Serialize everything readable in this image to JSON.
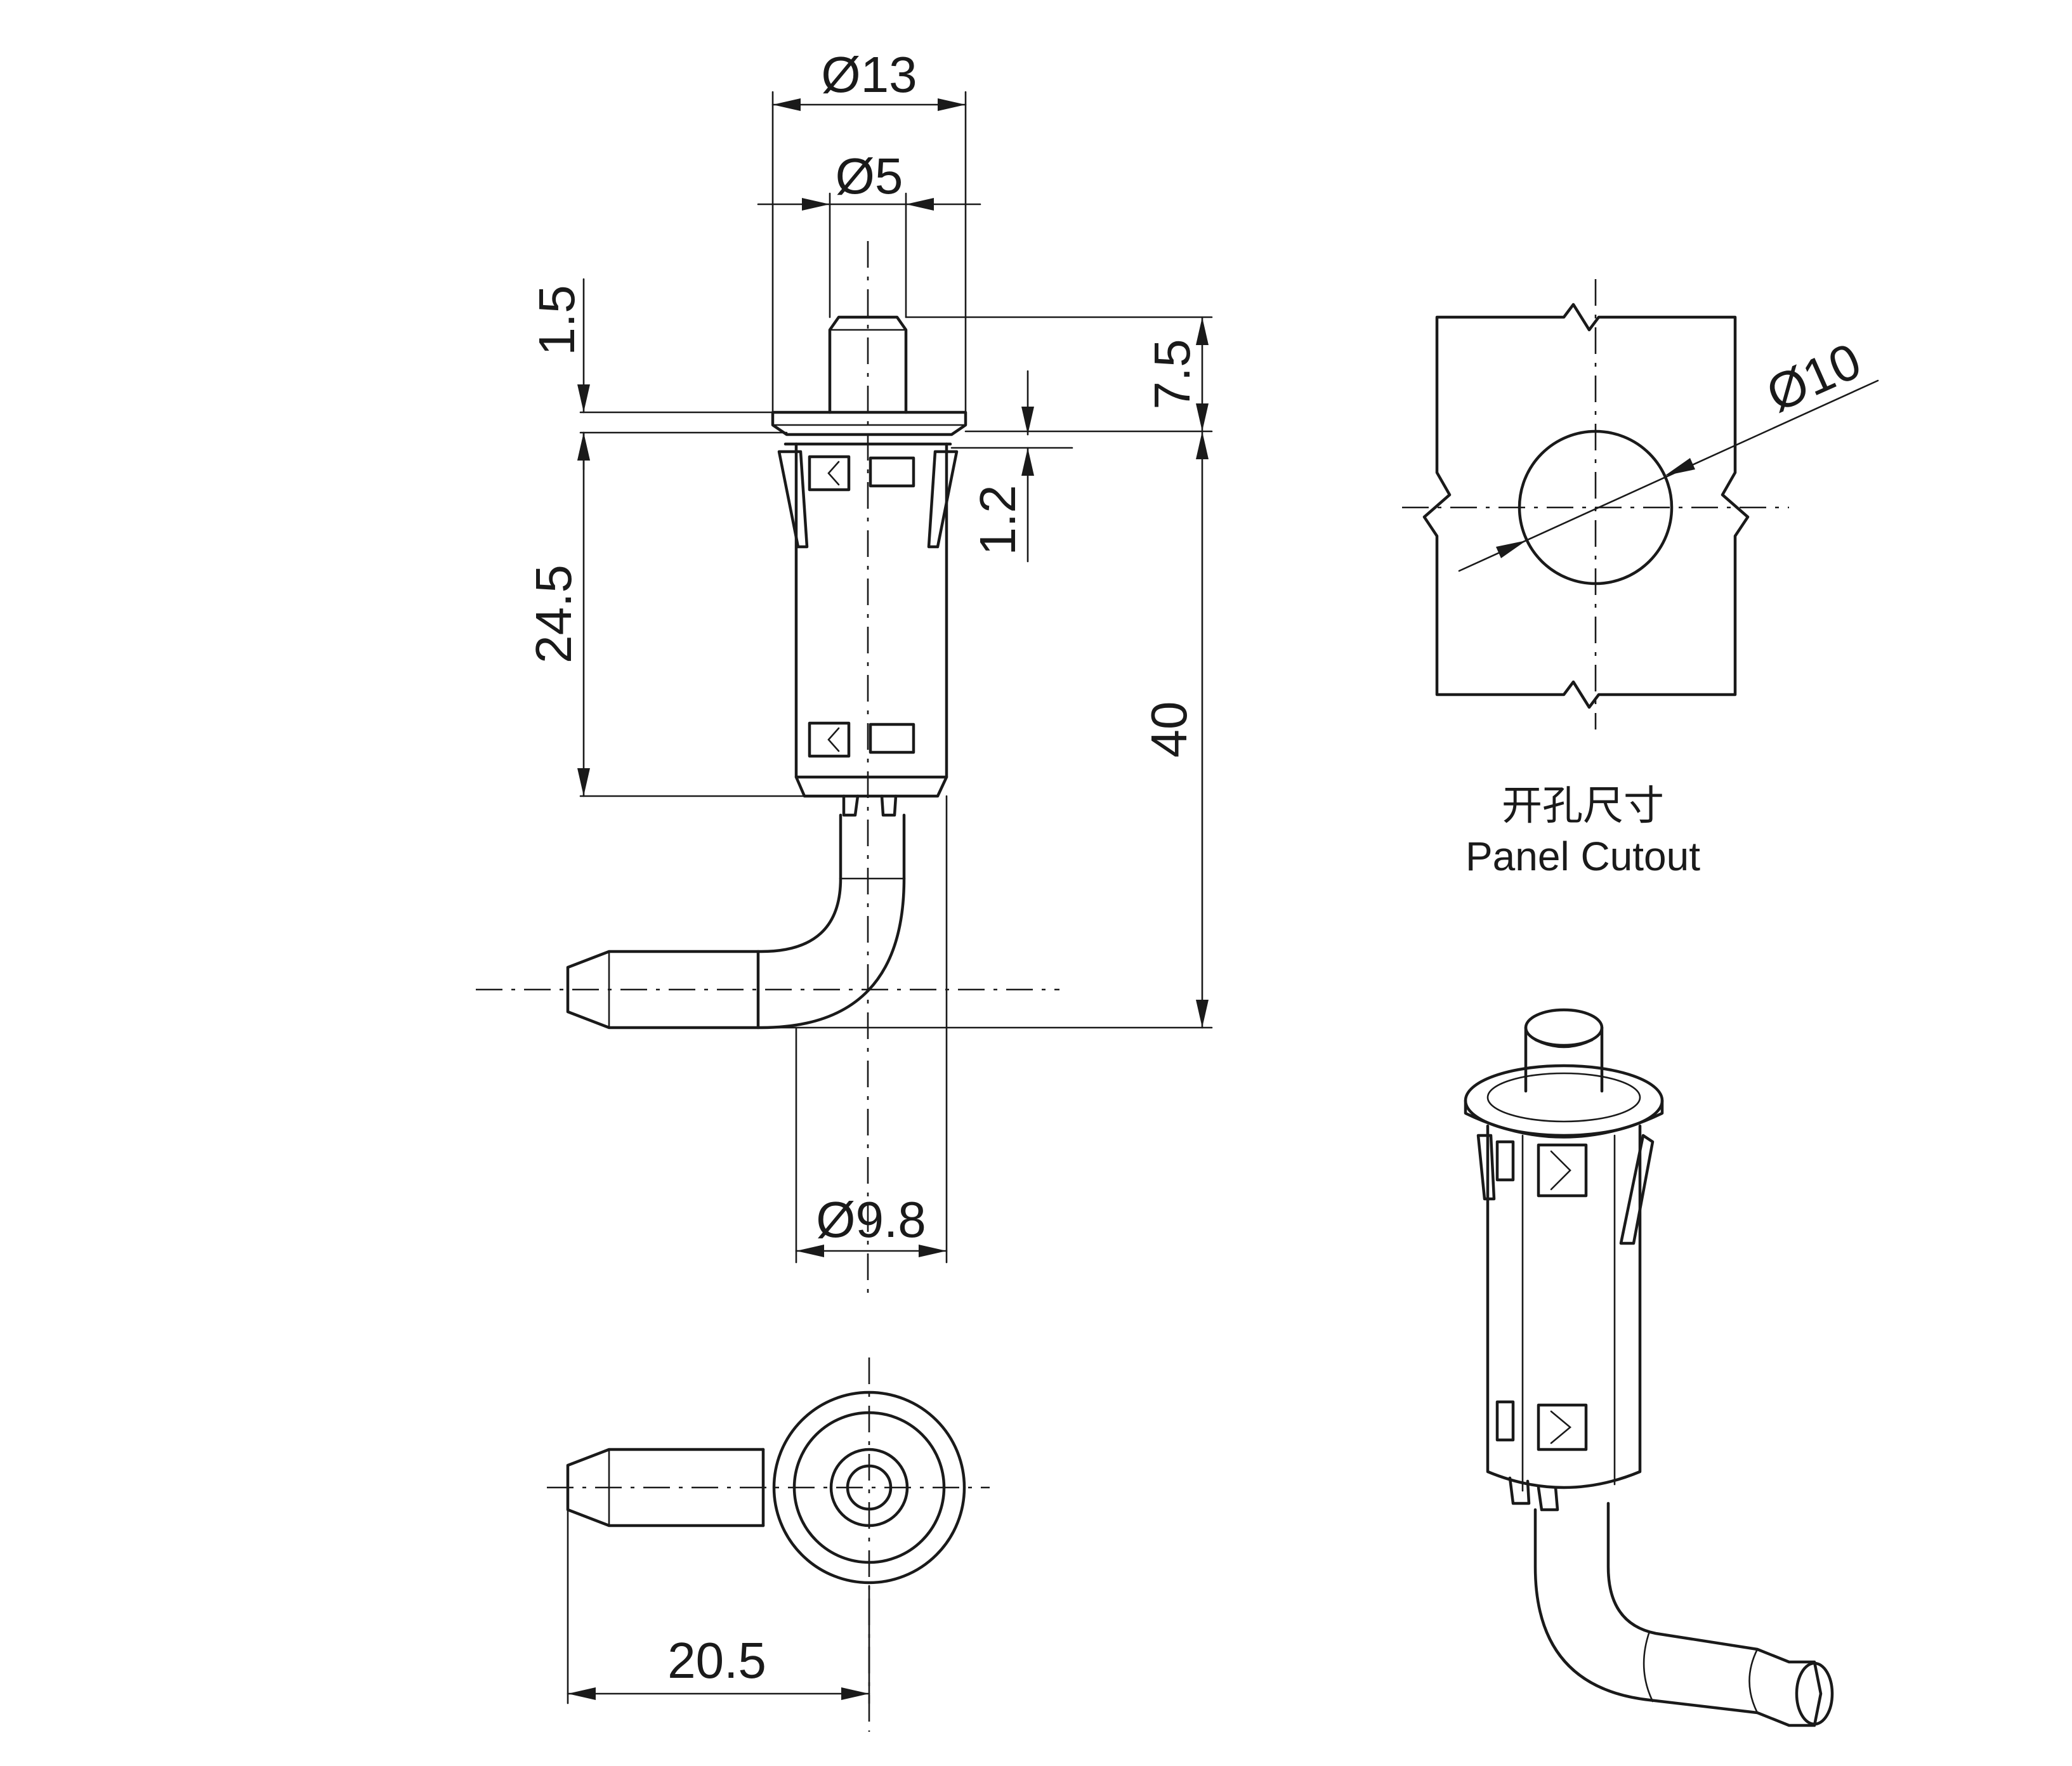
{
  "dimensions": {
    "outer_diameter": "Ø13",
    "plunger_diameter": "Ø5",
    "flange_thickness": "1.5",
    "plunger_travel": "7.5",
    "panel_thickness": "1.2",
    "body_length": "24.5",
    "total_length": "40",
    "body_diameter": "Ø9.8",
    "arm_length": "20.5",
    "cutout_diameter": "Ø10"
  },
  "cutout": {
    "caption_cn": "开孔尺寸",
    "caption_en": "Panel Cutout"
  },
  "colors": {
    "line": "#1a1a1a",
    "background": "#ffffff"
  }
}
